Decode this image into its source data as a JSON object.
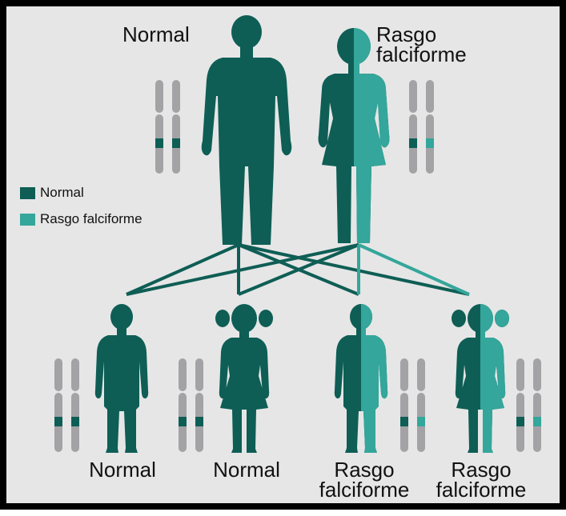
{
  "colors": {
    "background": "#e6e6e6",
    "border": "#000000",
    "normal": "#0e5e55",
    "trait": "#34a69b",
    "chromosome": "#a3a3a6"
  },
  "legend": {
    "normal_label": "Normal",
    "trait_label": "Rasgo falciforme"
  },
  "parents": {
    "father_label": "Normal",
    "mother_label": "Rasgo\nfalciforme"
  },
  "children": [
    {
      "label": "Normal"
    },
    {
      "label": "Normal"
    },
    {
      "label": "Rasgo\nfalciforme"
    },
    {
      "label": "Rasgo\nfalciforme"
    }
  ]
}
